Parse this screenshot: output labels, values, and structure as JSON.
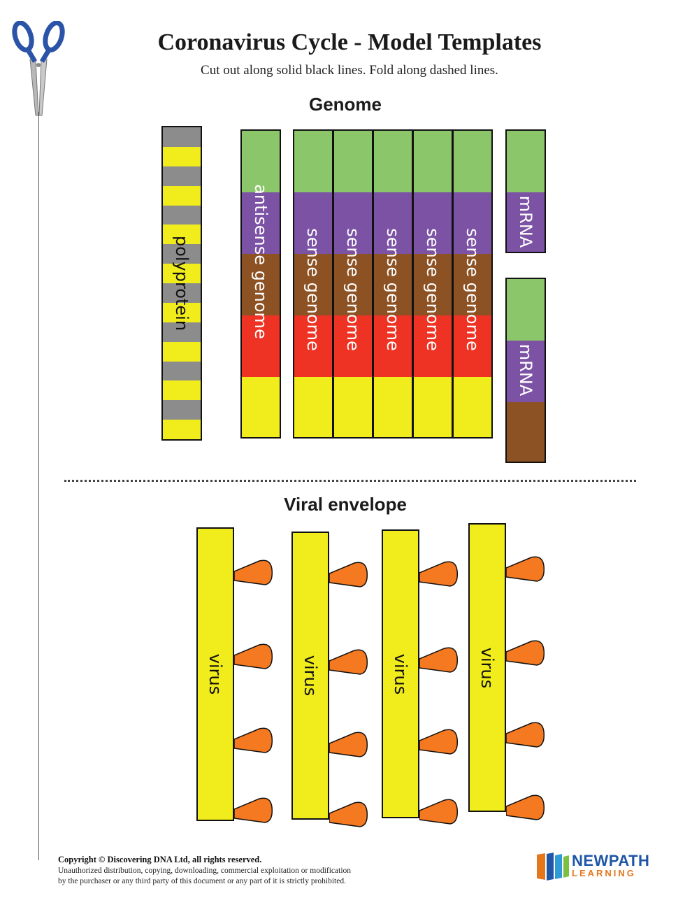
{
  "header": {
    "title": "Coronavirus Cycle - Model Templates",
    "instructions": "Cut out along solid black lines. Fold along dashed lines."
  },
  "genome_section": {
    "heading": "Genome",
    "polyprotein_label": "polyprotein",
    "antisense_label": "antisense genome",
    "sense_labels": [
      "sense genome",
      "sense genome",
      "sense genome",
      "sense genome",
      "sense genome"
    ],
    "mrna_labels": [
      "mRNA",
      "mRNA"
    ]
  },
  "envelope_section": {
    "heading": "Viral envelope",
    "virus_labels": [
      "virus",
      "virus",
      "virus",
      "virus"
    ]
  },
  "footer": {
    "copyright": "Copyright © Discovering DNA Ltd, all rights reserved.",
    "notice_line1": "Unauthorized distribution, copying, downloading, commercial exploitation or modification",
    "notice_line2": "by the purchaser or any third party of this document or any part of it is strictly prohibited."
  },
  "logo": {
    "name_line1": "NEWPATH",
    "name_line2": "LEARNING"
  },
  "icons": {
    "scissors": "scissors-icon"
  },
  "colors": {
    "green": "#8cc66a",
    "purple": "#7c52a4",
    "brown": "#8d5224",
    "red": "#ee3224",
    "yellow": "#f1ec1c",
    "gray": "#8c8c8c",
    "orange": "#f47920",
    "logo_blue": "#1f56a6",
    "logo_orange": "#e6761c"
  }
}
